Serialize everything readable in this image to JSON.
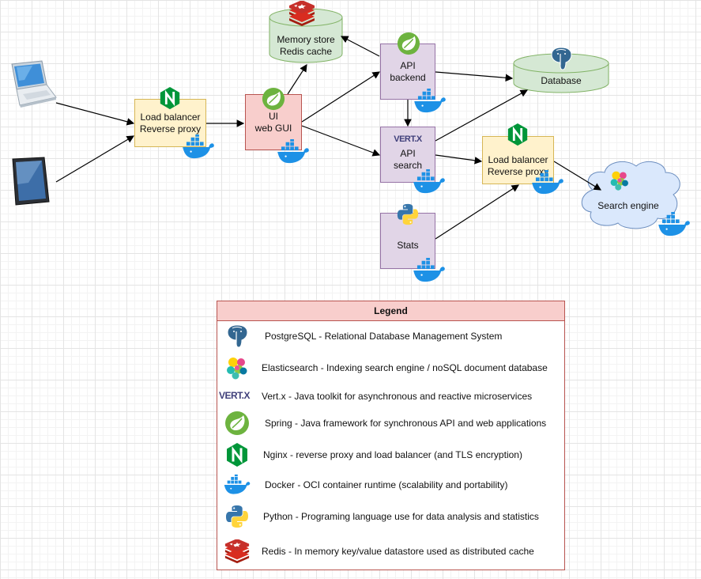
{
  "nodes": {
    "lb1": {
      "line1": "Load balancer",
      "line2": "Reverse proxy"
    },
    "ui": {
      "line1": "UI",
      "line2": "web GUI"
    },
    "memory": {
      "line1": "Memory store",
      "line2": "Redis cache"
    },
    "api_backend": {
      "line1": "API",
      "line2": "backend"
    },
    "database": {
      "label": "Database"
    },
    "api_search": {
      "line1": "API",
      "line2": "search"
    },
    "lb2": {
      "line1": "Load balancer",
      "line2": "Reverse proxy"
    },
    "search_engine": {
      "label": "Search engine"
    },
    "stats": {
      "label": "Stats"
    }
  },
  "logos": {
    "vertx": "VERT.X",
    "nginx": "N"
  },
  "legend": {
    "title": "Legend",
    "items": [
      {
        "icon": "postgresql-icon",
        "text": "PostgreSQL - Relational Database Management System"
      },
      {
        "icon": "elasticsearch-icon",
        "text": "Elasticsearch - Indexing search engine / noSQL document database"
      },
      {
        "icon": "vertx-icon",
        "text": "Vert.x - Java toolkit for asynchronous and reactive microservices"
      },
      {
        "icon": "spring-icon",
        "text": "Spring - Java framework for synchronous API and web applications"
      },
      {
        "icon": "nginx-icon",
        "text": "Nginx - reverse proxy and load balancer (and TLS encryption)"
      },
      {
        "icon": "docker-icon",
        "text": "Docker - OCI container runtime (scalability and portability)"
      },
      {
        "icon": "python-icon",
        "text": "Python - Programing language use for data analysis and statistics"
      },
      {
        "icon": "redis-icon",
        "text": "Redis - In memory key/value datastore used as distributed cache"
      }
    ]
  },
  "colors": {
    "yellow_fill": "#fff2cc",
    "red_fill": "#f8cecc",
    "purple_fill": "#e1d5e7",
    "green_fill": "#d5e8d4",
    "blue_fill": "#dae8fc",
    "docker_blue": "#1d91e6",
    "nginx_green": "#009639",
    "spring_green": "#6db33f",
    "redis_red": "#c6302b"
  }
}
